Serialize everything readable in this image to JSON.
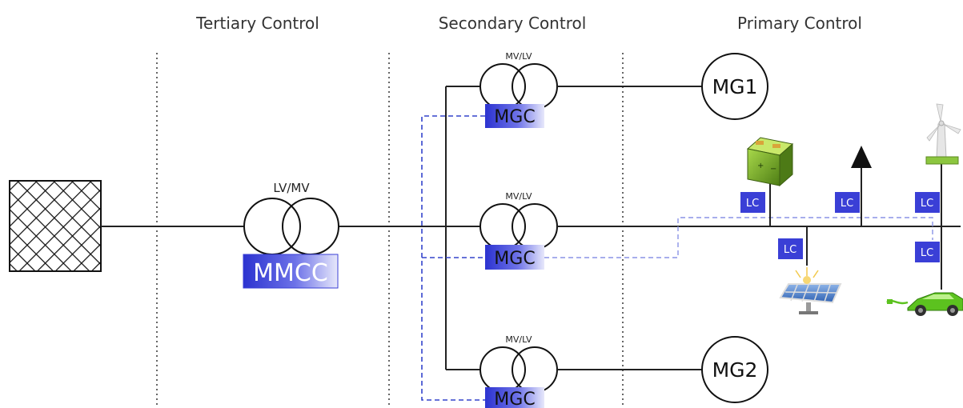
{
  "headers": {
    "tertiary": "Tertiary Control",
    "secondary": "Secondary Control",
    "primary": "Primary Control"
  },
  "main_transformer": {
    "ratio": "LV/MV",
    "controller": "MMCC"
  },
  "transformers": [
    {
      "ratio": "MV/LV",
      "controller": "MGC"
    },
    {
      "ratio": "MV/LV",
      "controller": "MGC"
    },
    {
      "ratio": "MV/LV",
      "controller": "MGC"
    }
  ],
  "microgrids": {
    "top": "MG1",
    "bottom": "MG2"
  },
  "local_controller": "LC",
  "colors": {
    "controller_blue": "#3a3fd6",
    "control_link": "#3344cc",
    "line": "#222222"
  }
}
